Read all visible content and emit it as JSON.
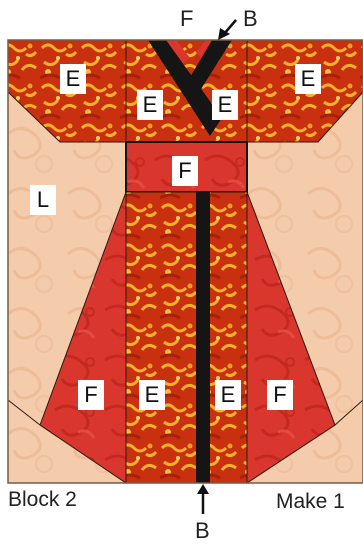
{
  "colors": {
    "peach": "#f3c9a8",
    "peach_dark": "#efbf9b",
    "red": "#d83028",
    "red_dark": "#b0201a",
    "batik_base": "#c62a12",
    "batik_gold": "#f0a820",
    "black": "#151515",
    "outline": "#2a1a10"
  },
  "top_labels": {
    "left": "F",
    "right": "B"
  },
  "bottom_label": "B",
  "caption_left": "Block 2",
  "caption_right": "Make 1",
  "pieces": [
    {
      "id": "e-top-left",
      "text": "E"
    },
    {
      "id": "e-top-right",
      "text": "E"
    },
    {
      "id": "e-collar-left",
      "text": "E"
    },
    {
      "id": "e-collar-right",
      "text": "E"
    },
    {
      "id": "f-obi",
      "text": "F"
    },
    {
      "id": "l-side",
      "text": "L"
    },
    {
      "id": "f-lower-left",
      "text": "F"
    },
    {
      "id": "e-lower-left",
      "text": "E"
    },
    {
      "id": "e-lower-right",
      "text": "E"
    },
    {
      "id": "f-lower-right",
      "text": "F"
    }
  ],
  "icons": {
    "diagonal_arrow": "arrow-down-left-icon",
    "up_arrow": "arrow-up-icon"
  }
}
